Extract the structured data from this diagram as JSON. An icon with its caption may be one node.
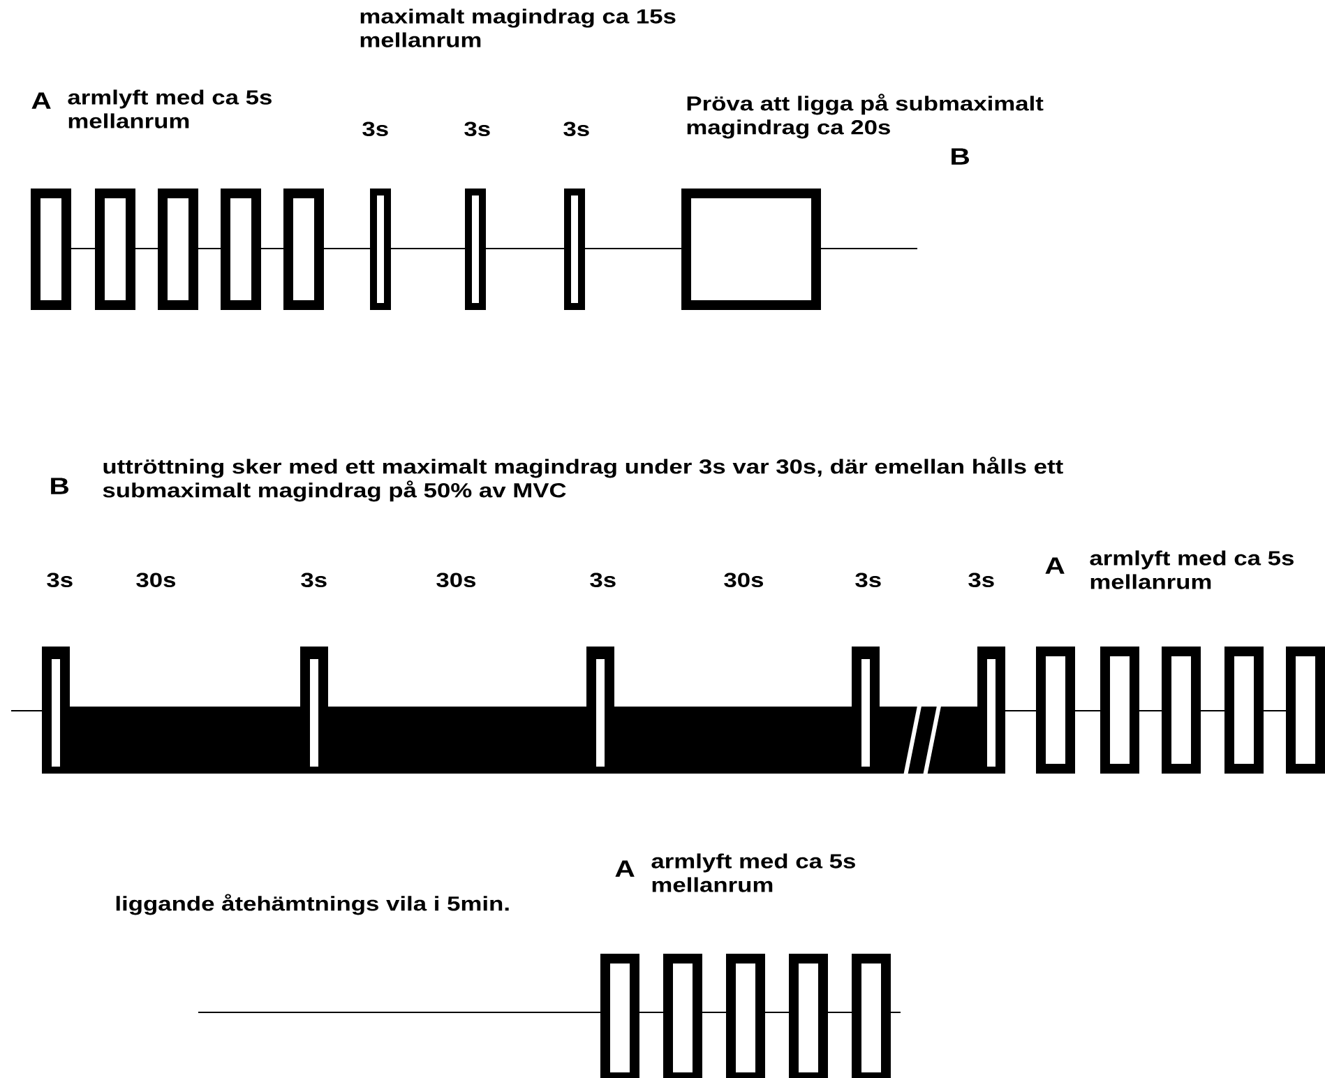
{
  "diagram": {
    "labels": [
      "maximalt magindrag ca 15s mellanrum",
      "A",
      "armlyft med ca 5s mellanrum",
      "3s",
      "3s",
      "3s",
      "Pröva att ligga på submaximalt magindrag ca 20s",
      "B",
      "B",
      "uttröttning sker med ett maximalt magindrag under 3s var 30s, där emellan hålls ett submaximalt magindrag på 50% av MVC",
      "3s",
      "30s",
      "3s",
      "30s",
      "3s",
      "30s",
      "3s",
      "3s",
      "A",
      "armlyft med ca 5s mellanrum",
      "A",
      "armlyft med ca 5s mellanrum",
      "liggande åtehämtnings vila i 5min."
    ]
  }
}
